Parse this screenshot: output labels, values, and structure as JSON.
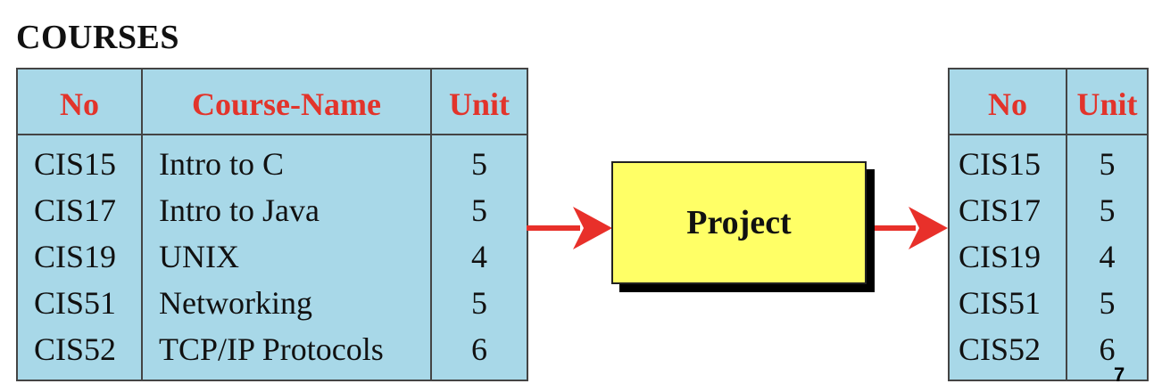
{
  "title": "COURSES",
  "colors": {
    "table_bg": "#a8d8e8",
    "header_text": "#e2342b",
    "process_box": "#ffff66",
    "arrow": "#e8302a"
  },
  "source_table": {
    "headers": [
      "No",
      "Course-Name",
      "Unit"
    ],
    "rows": [
      [
        "CIS15",
        "Intro to C",
        "5"
      ],
      [
        "CIS17",
        "Intro to Java",
        "5"
      ],
      [
        "CIS19",
        "UNIX",
        "4"
      ],
      [
        "CIS51",
        "Networking",
        "5"
      ],
      [
        "CIS52",
        "TCP/IP Protocols",
        "6"
      ]
    ]
  },
  "operation": {
    "label": "Project"
  },
  "result_table": {
    "headers": [
      "No",
      "Unit"
    ],
    "rows": [
      [
        "CIS15",
        "5"
      ],
      [
        "CIS17",
        "5"
      ],
      [
        "CIS19",
        "4"
      ],
      [
        "CIS51",
        "5"
      ],
      [
        "CIS52",
        "6"
      ]
    ]
  },
  "page_number": "7"
}
